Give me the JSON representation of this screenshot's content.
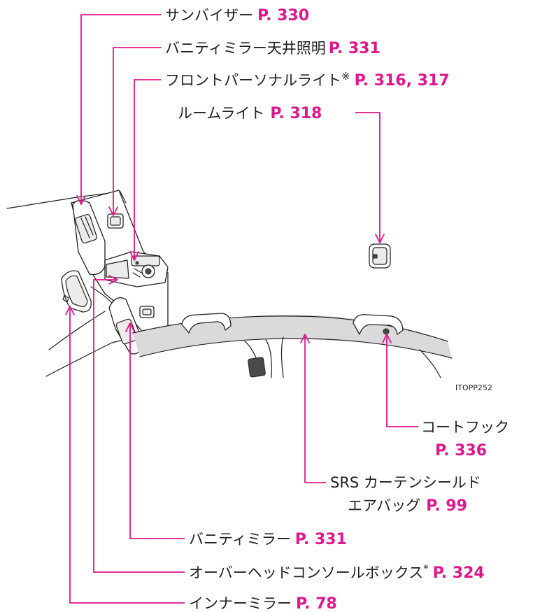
{
  "callouts": {
    "sun_visor": {
      "label": "サンバイザー",
      "page": "P. 330"
    },
    "vanity_light": {
      "label": "バニティミラー天井照明",
      "page": "P. 331"
    },
    "front_personal_light": {
      "label": "フロントパーソナルライト",
      "mark": "※",
      "page": "P. 316, 317"
    },
    "room_light": {
      "label": "ルームライト",
      "page": "P. 318"
    },
    "coat_hook": {
      "label": "コートフック",
      "page": "P. 336"
    },
    "srs_airbag": {
      "label_line1": "SRS カーテンシールド",
      "label_line2": "エアバッグ",
      "page": "P. 99"
    },
    "vanity_mirror": {
      "label": "バニティミラー",
      "page": "P. 331"
    },
    "overhead_console": {
      "label": "オーバーヘッドコンソールボックス",
      "mark": "*",
      "page": "P. 324"
    },
    "inner_mirror": {
      "label": "インナーミラー",
      "page": "P. 78"
    }
  },
  "figure_code": "ITOPP252",
  "colors": {
    "accent": "#e0168c",
    "line": "#231f20"
  }
}
